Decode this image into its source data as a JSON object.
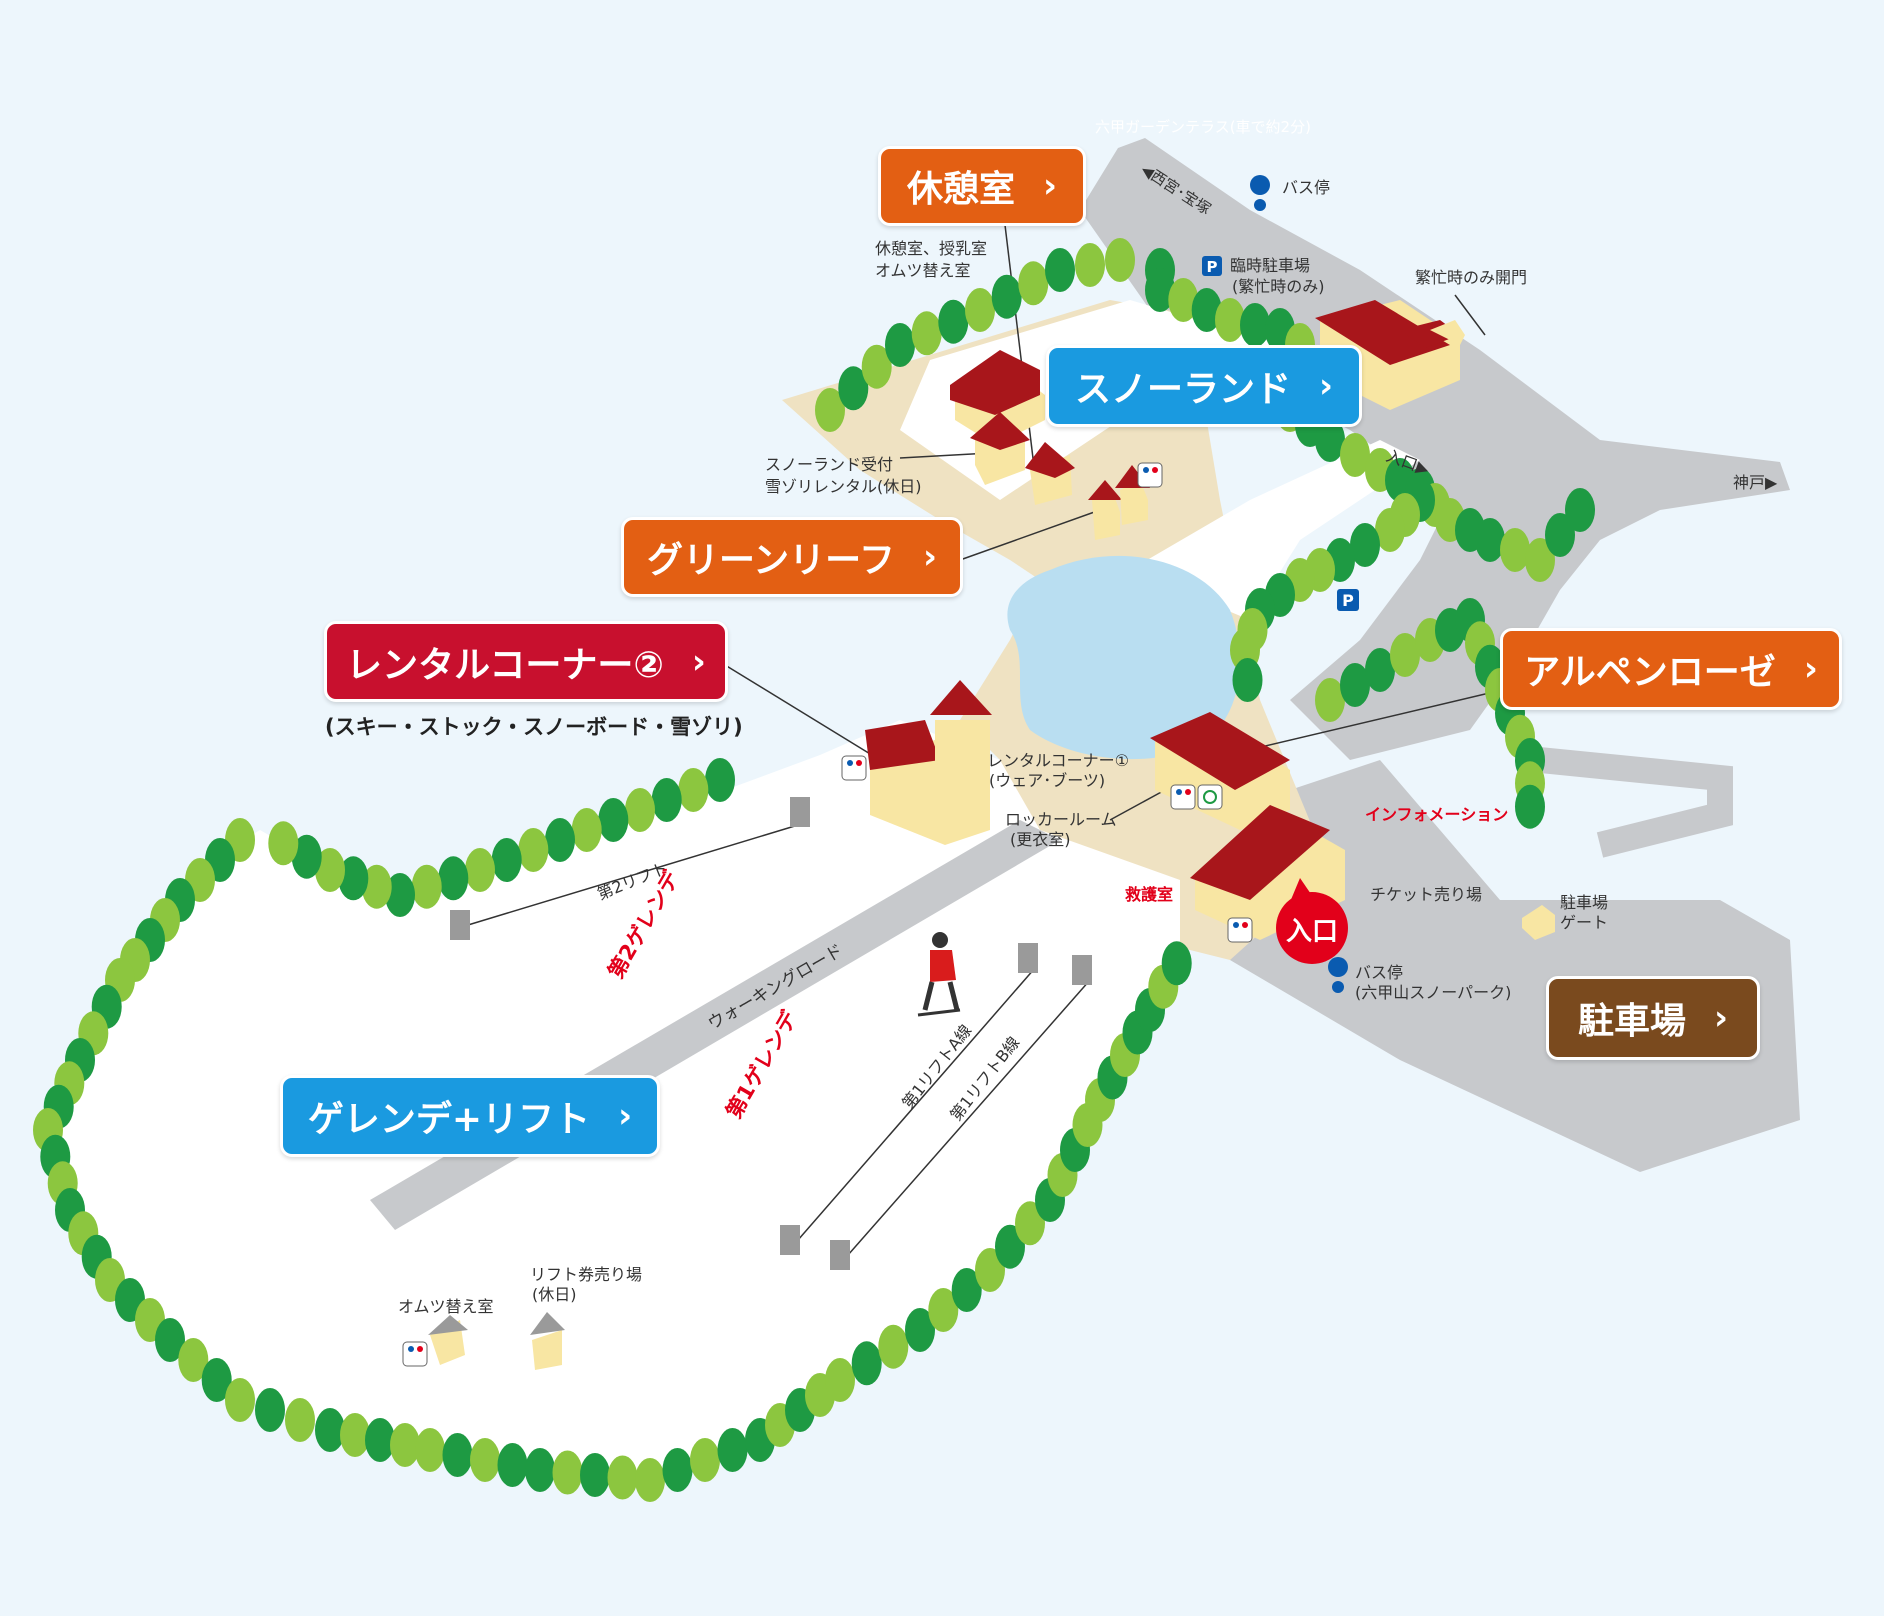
{
  "colors": {
    "background": "#edf6fc",
    "road": "#c7c9cc",
    "slope": "#ffffff",
    "plaza": "#efe2c2",
    "pond": "#b9def1",
    "tree_light": "#8cc63f",
    "tree_dark": "#1e9a43",
    "roof": "#a8161b",
    "wall": "#f8e6a3",
    "button_orange": "#e35f13",
    "button_blue": "#1a9ae0",
    "button_red": "#c8102e",
    "button_brown": "#7a4a1e",
    "marker_red": "#e2001a",
    "poi_red_text": "#e2001a",
    "bus_blue": "#0a5bb0"
  },
  "buttons": {
    "rest_room": "休憩室",
    "snowland": "スノーランド",
    "green_leaf": "グリーンリーフ",
    "rental_corner_2": "レンタルコーナー②",
    "alpen_rose": "アルペンローゼ",
    "slope_lift": "ゲレンデ+リフト",
    "parking": "駐車場",
    "chevron": "›"
  },
  "labels": {
    "top_faint": "六甲ガーデンテラス(車で約2分)",
    "dir_nishinomiya": "◀西宮･宝塚",
    "bus_stop_top": "バス停",
    "temp_parking_1": "臨時駐車場",
    "temp_parking_2": "(繁忙時のみ)",
    "busy_gate": "繁忙時のみ開門",
    "rest_desc_1": "休憩室、授乳室",
    "rest_desc_2": "オムツ替え室",
    "snowland_reception_1": "スノーランド受付",
    "snowland_reception_2": "雪ゾリレンタル(休日)",
    "entrance_small": "入口▶",
    "dir_kobe": "神戸▶",
    "rental2_desc": "(スキー・ストック・スノーボード・雪ゾリ)",
    "rental1_1": "レンタルコーナー①",
    "rental1_2": "(ウェア･ブーツ)",
    "locker_1": "ロッカールーム",
    "locker_2": "(更衣室)",
    "information": "インフォメーション",
    "ticket": "チケット売り場",
    "first_aid": "救護室",
    "entrance_main": "入口",
    "bus_stop_bottom_1": "バス停",
    "bus_stop_bottom_2": "(六甲山スノーパーク)",
    "parking_gate_1": "駐車場",
    "parking_gate_2": "ゲート",
    "second_lift": "第2リフト",
    "second_gelande": "第2ゲレンデ",
    "first_gelande": "第1ゲレンデ",
    "walking_road": "ウォーキングロード",
    "lift_a": "第1リフトA線",
    "lift_b": "第1リフトB線",
    "diaper_room": "オムツ替え室",
    "lift_ticket_1": "リフト券売り場",
    "lift_ticket_2": "(休日)",
    "parking_symbol": "P"
  }
}
